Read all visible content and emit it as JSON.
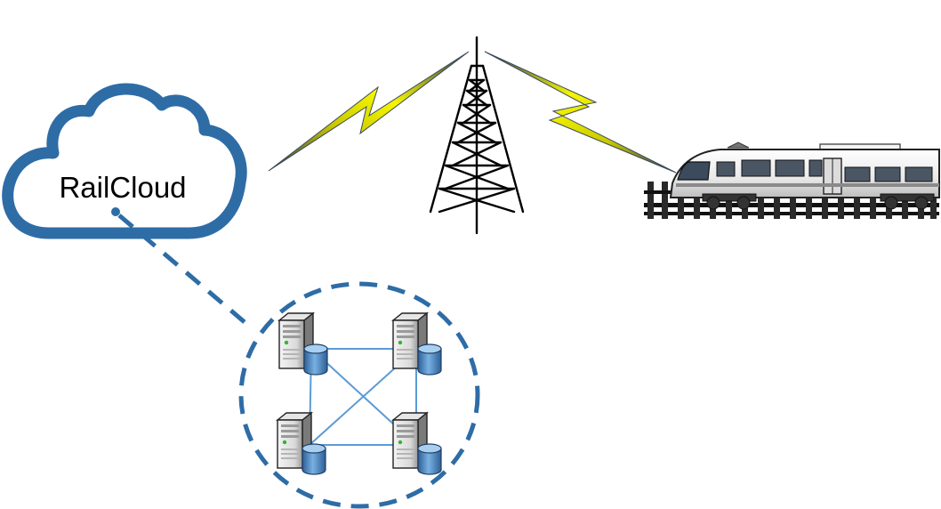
{
  "cloud": {
    "label": "RailCloud",
    "color": "#2e6ca6"
  },
  "cluster": {
    "servers": [
      {
        "name": "server-top-left"
      },
      {
        "name": "server-top-right"
      },
      {
        "name": "server-bottom-left"
      },
      {
        "name": "server-bottom-right"
      }
    ],
    "links": [
      [
        0,
        1
      ],
      [
        2,
        3
      ],
      [
        0,
        2
      ],
      [
        1,
        3
      ],
      [
        0,
        3
      ],
      [
        1,
        2
      ]
    ],
    "border_color": "#2e6ca6",
    "link_color": "#5b9bd5"
  },
  "tower": {
    "icon": "radio-tower-icon"
  },
  "train": {
    "icon": "train-icon"
  },
  "signals": {
    "color": "#f2f200"
  }
}
